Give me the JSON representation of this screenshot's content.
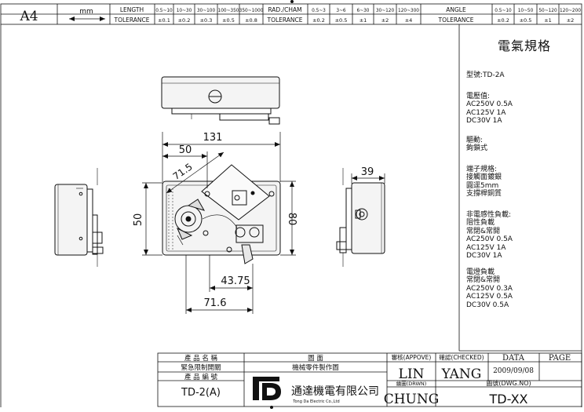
{
  "header": {
    "paper_size": "A4",
    "unit": "mm",
    "length_label": "LENGTH",
    "length_ranges": [
      "0.5~10",
      "10~30",
      "30~100",
      "100~350",
      "350~1000"
    ],
    "tolerance_label": "TOLERANCE",
    "length_tolerances": [
      "±0.1",
      "±0.2",
      "±0.3",
      "±0.5",
      "±0.8"
    ],
    "radcham_label": "RAD./CHAM",
    "radcham_ranges": [
      "0.5~3",
      "3~6",
      "6~30",
      "30~120",
      "120~300"
    ],
    "radcham_tolerances": [
      "±0.2",
      "±0.5",
      "±1",
      "±2",
      "±4"
    ],
    "angle_label": "ANGLE",
    "angle_ranges": [
      "0.5~10",
      "10~50",
      "50~120",
      "120~200"
    ],
    "angle_tolerances": [
      "±0.2",
      "±0.5",
      "±1",
      "±2"
    ]
  },
  "dimensions": {
    "width_total": "131",
    "width_partial": "50",
    "diagonal": "71.5",
    "side_depth": "39",
    "height_left": "50",
    "height_right": "80",
    "bottom_short": "43.75",
    "bottom_long": "71.6"
  },
  "spec": {
    "title": "電氣規格",
    "model": "型號:TD-2A",
    "rating_heading": "電壓值:",
    "rating_lines": [
      "AC250V 0.5A",
      "AC125V 1A",
      "DC30V 1A"
    ],
    "drive_heading": "驅動:",
    "drive_value": "鉤鎖式",
    "terminal_heading": "端子規格:",
    "terminal_lines": [
      "接觸面鍍銀",
      "圓逕5mm",
      "支撐桿銅質"
    ],
    "noninductive_heading": "非電感性負載:",
    "noninductive_lines": [
      "阻性負載",
      "常閉&常開",
      "AC250V 0.5A",
      "AC125V 1A",
      "DC30V 1A"
    ],
    "lamp_heading": "電燈負載",
    "lamp_lines": [
      "常閉&常開",
      "AC250V 0.3A",
      "AC125V 0.5A",
      "DC30V 0.5A"
    ]
  },
  "titleblock": {
    "product_name_label": "產 品 名 稱",
    "product_name": "緊急限制開關",
    "drawing_label": "圖 面",
    "drawing_name": "機械零件製作圖",
    "product_no_label": "產 品 編 號",
    "product_no": "TD-2(A)",
    "company": "通達機電有限公司",
    "company_en": "Tong Da Electric Co.,Ltd",
    "approve_label": "審核(APPOVE)",
    "approve_name": "LIN",
    "checked_label": "確認(CHECKED)",
    "checked_name": "YANG",
    "drawn_label": "繪圖(DRWN)",
    "drawn_name": "CHUNG",
    "date_label": "DATA",
    "date_value": "2009/09/08",
    "page_label": "PAGE",
    "dwg_no_label": "圖號(DWG.NO)",
    "dwg_no": "TD-XX"
  },
  "colors": {
    "line": "#111111",
    "paper": "#ffffff",
    "body_fill": "#f4f4f4"
  }
}
